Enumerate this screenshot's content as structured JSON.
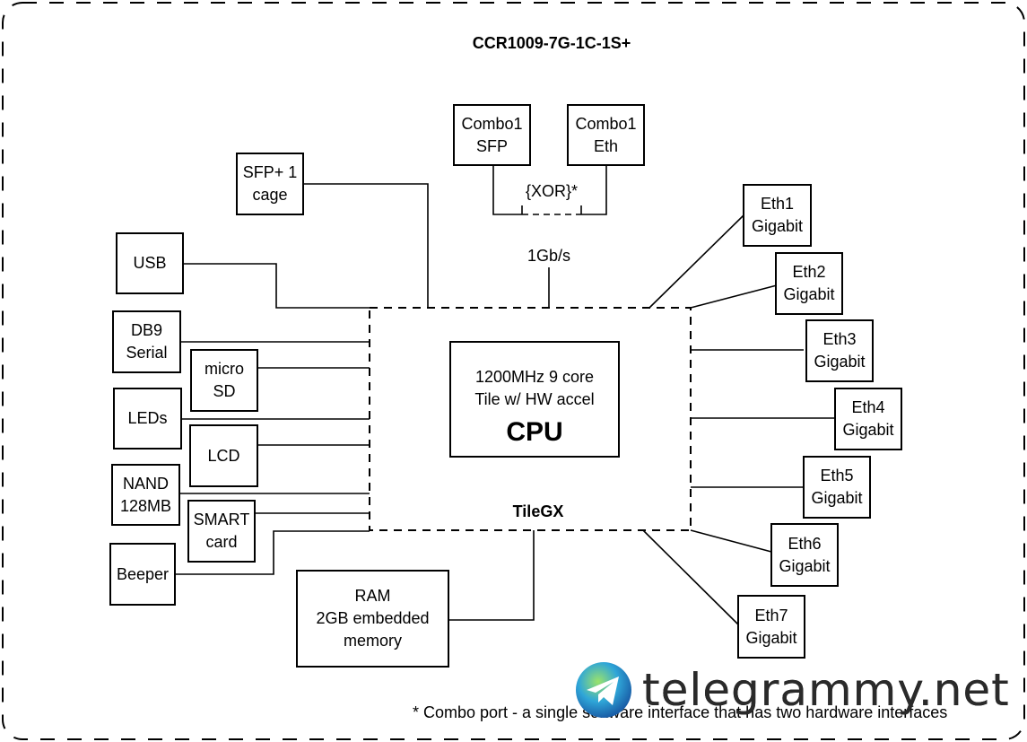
{
  "title": "CCR1009-7G-1C-1S+",
  "cpu": {
    "line1": "1200MHz 9 core",
    "line2": "Tile w/ HW accel",
    "label": "CPU",
    "chip": "TileGX"
  },
  "combo": {
    "sfp": [
      "Combo1",
      "SFP"
    ],
    "eth": [
      "Combo1",
      "Eth"
    ],
    "xor": "{XOR}*",
    "speed": "1Gb/s"
  },
  "left": {
    "sfp_cage": [
      "SFP+ 1",
      "cage"
    ],
    "usb": [
      "USB"
    ],
    "db9": [
      "DB9",
      "Serial"
    ],
    "microsd": [
      "micro",
      "SD"
    ],
    "leds": [
      "LEDs"
    ],
    "lcd": [
      "LCD"
    ],
    "nand": [
      "NAND",
      "128MB"
    ],
    "smartcard": [
      "SMART",
      "card"
    ],
    "beeper": [
      "Beeper"
    ]
  },
  "ram": [
    "RAM",
    "2GB embedded",
    "memory"
  ],
  "eth": [
    [
      "Eth1",
      "Gigabit"
    ],
    [
      "Eth2",
      "Gigabit"
    ],
    [
      "Eth3",
      "Gigabit"
    ],
    [
      "Eth4",
      "Gigabit"
    ],
    [
      "Eth5",
      "Gigabit"
    ],
    [
      "Eth6",
      "Gigabit"
    ],
    [
      "Eth7",
      "Gigabit"
    ]
  ],
  "footnote": "* Combo port - a single software interface that has two hardware interfaces",
  "watermark": {
    "text": "telegrammy.net",
    "icon": "telegram-globe-icon"
  }
}
